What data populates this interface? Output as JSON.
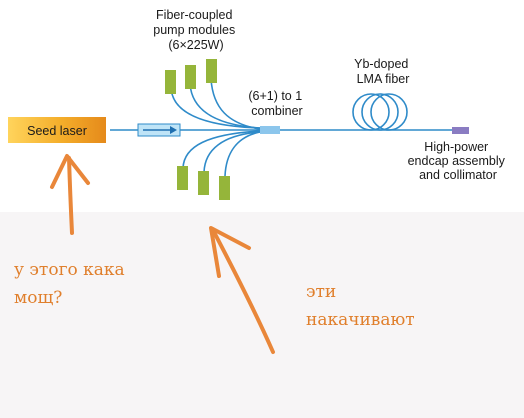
{
  "diagram": {
    "pump_label": [
      "Fiber-coupled",
      "pump modules",
      "(6×225W)"
    ],
    "combiner_label": [
      "(6+1) to 1",
      "combiner"
    ],
    "fiber_label": [
      "Yb-doped",
      "LMA fiber"
    ],
    "endcap_label": [
      "High-power",
      "endcap assembly",
      "and collimator"
    ],
    "seed_label": "Seed laser"
  },
  "annotations": {
    "note_left": "у этого кака\nмощ?",
    "note_right": "эти\nнакачивают"
  },
  "colors": {
    "diagram_bg": "#ffffff",
    "page_bg": "#f7f5f6",
    "fiber": "#2f8bc9",
    "pump": "#95b53a",
    "seed": "#f0a21d",
    "isolator": "#bfe4f7",
    "combiner": "#8cc6ec",
    "endcap": "#8a7cc2",
    "annotation": "#e07f2c"
  }
}
